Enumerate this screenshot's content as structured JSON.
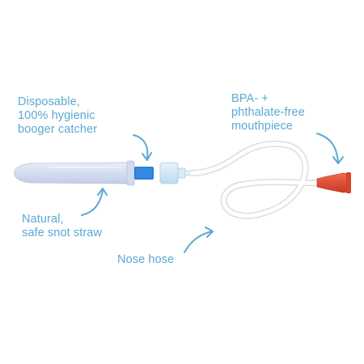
{
  "labels": {
    "catcher": {
      "lines": [
        "Disposable,",
        "100% hygienic",
        "booger catcher"
      ]
    },
    "straw": {
      "lines": [
        "Natural,",
        "safe snot straw"
      ]
    },
    "hose": {
      "lines": [
        "Nose hose"
      ]
    },
    "mouthpiece": {
      "lines": [
        "BPA- +",
        "phthalate-free",
        "mouthpiece"
      ]
    }
  },
  "colors": {
    "label_text": "#5aa9d3",
    "arrow": "#5aa9d3",
    "straw_body": "#d8e0f2",
    "filter": "#2a7fd6",
    "connector": "#cfe6f3",
    "hose": "#ffffff",
    "mouthpiece": "#e0452b"
  },
  "parts": {
    "straw": "snot-straw-tube",
    "filter": "filter-icon",
    "connector": "connector-cap",
    "hose": "nose-hose",
    "mouthpiece": "mouthpiece-tip"
  }
}
